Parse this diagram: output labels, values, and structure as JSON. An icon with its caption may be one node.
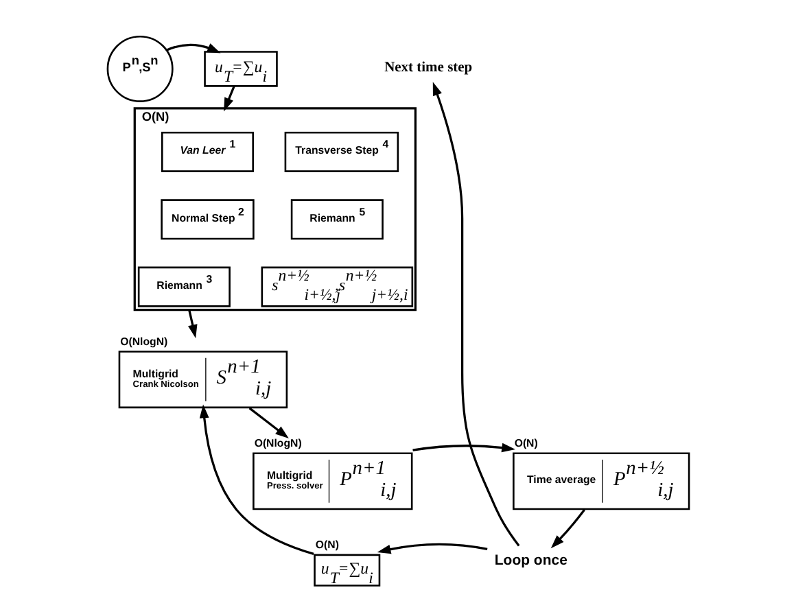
{
  "diagram": {
    "nodes": [
      {
        "text": [
          "P$^{n}$,S$^{n}$"
        ]
      },
      {
        "text": [
          "u$_{T}$=∑u$_{i}$"
        ]
      },
      {
        "text": [],
        "shape": "box",
        "beside": [
          "O(N)"
        ]
      },
      {
        "text": [
          "Van Leer",
          "1"
        ],
        "in": 2
      },
      {
        "text": [
          "Transverse Step",
          "4"
        ],
        "in": 2
      },
      {
        "text": [
          "Normal Step",
          "2"
        ],
        "in": 2
      },
      {
        "text": [
          "Riemann",
          "5"
        ],
        "in": 2
      },
      {
        "text": [
          "Riemann",
          "3"
        ],
        "in": 2
      },
      {
        "text": [
          "s$^{n+½}$$_{i+½,j}$,s$^{n+½}$$_{j+½,i}$"
        ],
        "in": 2
      },
      {
        "text": [
          "u$_{T}$=∑u$_{i}$"
        ],
        "beside": [
          "O(N)"
        ]
      },
      {
        "text": [
          "Multigrid",
          "Crank Nicolson",
          "S$^{n+1}$$_{i,j}$"
        ],
        "beside": [
          "O(NlogN)"
        ]
      },
      {
        "text": [
          "Multigrid",
          "Press. solver",
          "P$^{n+1}$$_{i,j}$"
        ],
        "beside": [
          "O(NlogN)"
        ]
      },
      {
        "text": [
          "Time average",
          "P$^{n+½}$$_{i,j}$"
        ],
        "beside": [
          "O(N)"
        ]
      },
      {
        "text": [
          "Loop once"
        ]
      },
      {
        "text": [
          "Next time step"
        ]
      }
    ],
    "edges": [
      {
        "from": 0,
        "to": 1,
        "arrow": "to"
      },
      {
        "from": 1,
        "to": 2,
        "arrow": "to"
      },
      {
        "from": 2,
        "to": 10,
        "arrow": "to"
      },
      {
        "from": 9,
        "to": 10,
        "arrow": "to"
      },
      {
        "from": 13,
        "to": 9,
        "arrow": "to"
      },
      {
        "from": 10,
        "to": 11,
        "arrow": "to"
      },
      {
        "from": 11,
        "to": 12,
        "arrow": "to"
      },
      {
        "from": 12,
        "to": 13,
        "arrow": "to"
      },
      {
        "from": 13,
        "to": 14,
        "arrow": "to"
      }
    ]
  }
}
